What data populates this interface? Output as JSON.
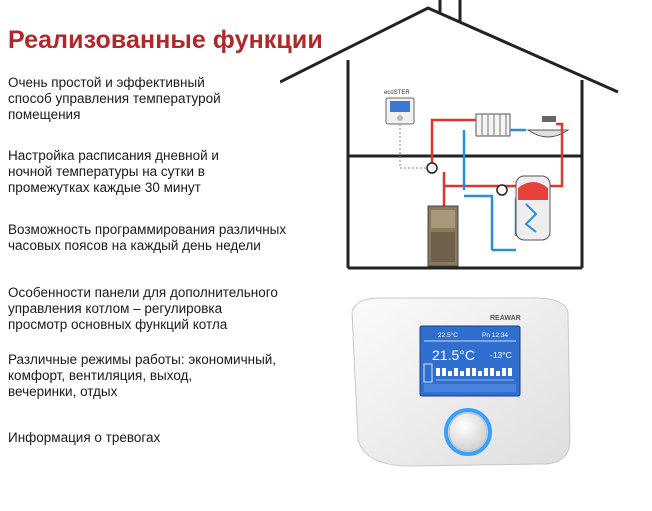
{
  "header": {
    "title": "Реализованные функции"
  },
  "features": [
    "Очень простой и эффективный\nспособ управления температурой\nпомещения",
    "Настройка расписания дневной  и\nночной температуры на  сутки в\nпромежутках каждые  30 минут",
    "Возможность программирования различных\nчасовых поясов на каждый день недели",
    "Особенности панели для дополнительного\nуправления котлом – регулировка\nпросмотр основных функций котла",
    "Различные режимы работы: экономичный,\nкомфорт, вентиляция, выход,\nвечеринки, отдых",
    "Информация о тревогах"
  ],
  "schematic": {
    "controller_label": "ecoSTER"
  },
  "device": {
    "brand": "REAWAR",
    "display": {
      "room_temp_small": "22.5°C",
      "day_time": "Pn 12:34",
      "room_temp_big": "21.5°C",
      "outdoor_temp": "-13°C"
    },
    "colors": {
      "screen": "#2f6fd0",
      "knob_ring": "#3aa0ff"
    }
  }
}
